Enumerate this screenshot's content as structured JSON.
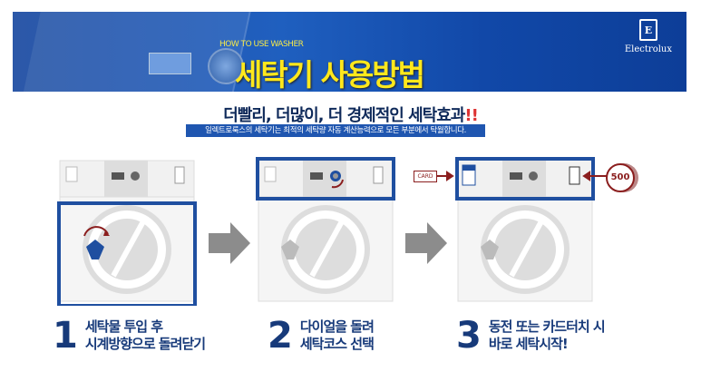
{
  "header": {
    "subtitle_en": "HOW TO USE WASHER",
    "title": "세탁기 사용방법",
    "brand": "Electrolux"
  },
  "headline": {
    "text": "더빨리, 더많이, 더 경제적인 세탁효과",
    "exclaim": "!!"
  },
  "description": "일렉트로룩스의 세탁기는 최적의 세탁량 자동 계산능력으로 모든 부분에서 탁월합니다.",
  "labels": {
    "card": "CARD",
    "coin": "500"
  },
  "steps": [
    {
      "number": "1",
      "line1": "세탁물 투입 후",
      "line2": "시계방향으로 돌려닫기"
    },
    {
      "number": "2",
      "line1": "다이얼을 돌려",
      "line2": "세탁코스 선택"
    },
    {
      "number": "3",
      "line1": "동전 또는 카드터치 시",
      "line2": "바로 세탁시작!"
    }
  ],
  "colors": {
    "blue": "#1f4fa0",
    "accent": "#8b1e1e",
    "gray": "#8c8c8c"
  }
}
